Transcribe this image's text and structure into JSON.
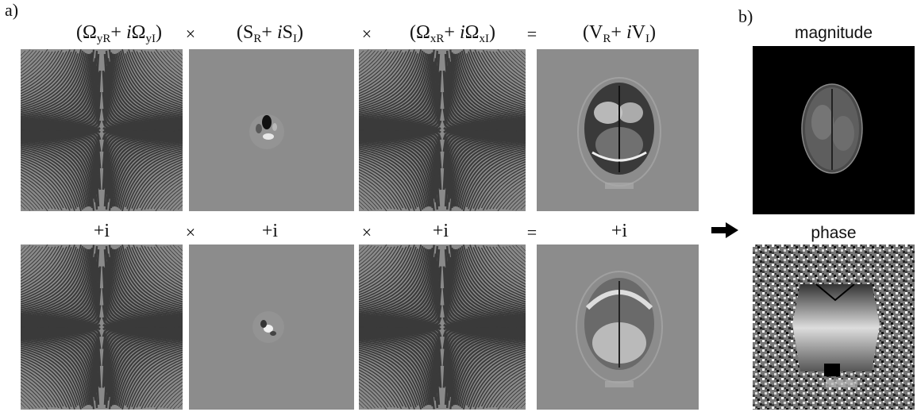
{
  "panel_a": {
    "letter": "a)",
    "row1_labels": [
      {
        "base": "(Ω",
        "sub1": "yR",
        "mid": "+ ",
        "ital": "i",
        "base2": "Ω",
        "sub2": "yI",
        "close": ")"
      },
      {
        "base": "(S",
        "sub1": "R",
        "mid": "+ ",
        "ital": "i",
        "base2": "S",
        "sub2": "I",
        "close": ")"
      },
      {
        "base": "(Ω",
        "sub1": "xR",
        "mid": "+ ",
        "ital": "i",
        "base2": "Ω",
        "sub2": "xI",
        "close": ")"
      },
      {
        "base": "(V",
        "sub1": "R",
        "mid": "+ ",
        "ital": "i",
        "base2": "V",
        "sub2": "I",
        "close": ")"
      }
    ],
    "operators": [
      "×",
      "×",
      "="
    ],
    "row2_labels": [
      "+i",
      "+i",
      "+i",
      "+i"
    ],
    "row2_operators": [
      "×",
      "×",
      "="
    ]
  },
  "panel_b": {
    "letter": "b)",
    "magnitude_label": "magnitude",
    "phase_label": "phase"
  },
  "arrow_icon": "right-arrow-icon",
  "colors": {
    "tile_gray": "#8a8a8a",
    "black": "#000000"
  }
}
